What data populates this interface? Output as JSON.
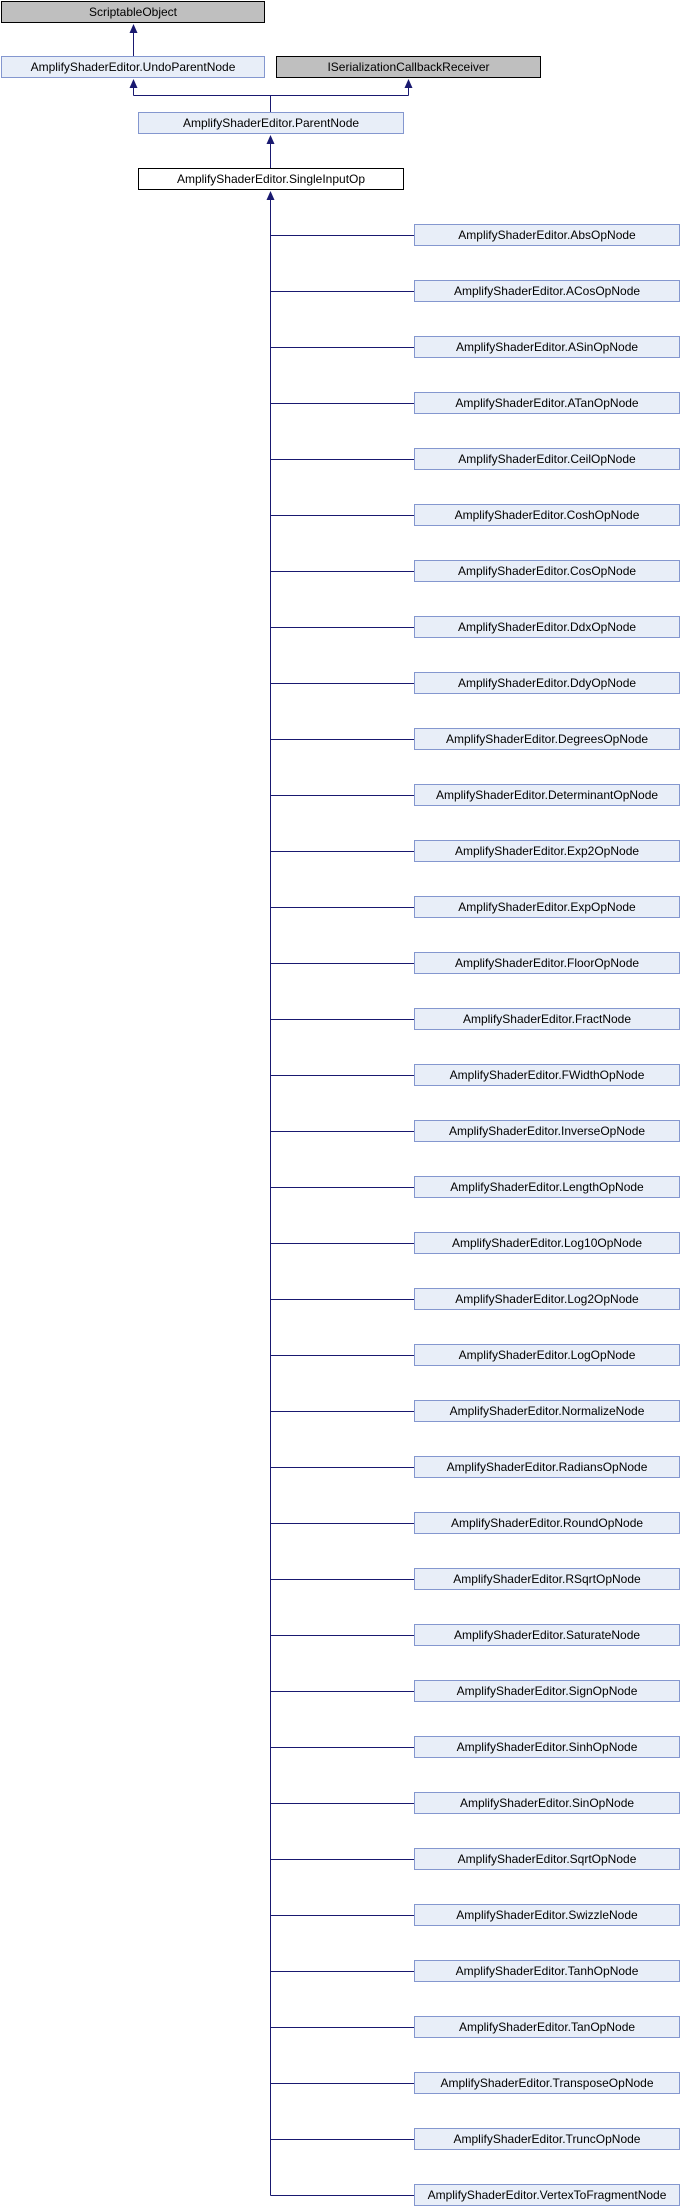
{
  "colors": {
    "edge": "#191970",
    "external_fill": "#bfbfbf",
    "base_fill": "#e8eef8",
    "base_border": "#8497cf"
  },
  "nodes": {
    "scriptable_object": "ScriptableObject",
    "undo_parent_node": "AmplifyShaderEditor.UndoParentNode",
    "iserialization_callback_receiver": "ISerializationCallbackReceiver",
    "parent_node": "AmplifyShaderEditor.ParentNode",
    "single_input_op": "AmplifyShaderEditor.SingleInputOp"
  },
  "derived": [
    "AmplifyShaderEditor.AbsOpNode",
    "AmplifyShaderEditor.ACosOpNode",
    "AmplifyShaderEditor.ASinOpNode",
    "AmplifyShaderEditor.ATanOpNode",
    "AmplifyShaderEditor.CeilOpNode",
    "AmplifyShaderEditor.CoshOpNode",
    "AmplifyShaderEditor.CosOpNode",
    "AmplifyShaderEditor.DdxOpNode",
    "AmplifyShaderEditor.DdyOpNode",
    "AmplifyShaderEditor.DegreesOpNode",
    "AmplifyShaderEditor.DeterminantOpNode",
    "AmplifyShaderEditor.Exp2OpNode",
    "AmplifyShaderEditor.ExpOpNode",
    "AmplifyShaderEditor.FloorOpNode",
    "AmplifyShaderEditor.FractNode",
    "AmplifyShaderEditor.FWidthOpNode",
    "AmplifyShaderEditor.InverseOpNode",
    "AmplifyShaderEditor.LengthOpNode",
    "AmplifyShaderEditor.Log10OpNode",
    "AmplifyShaderEditor.Log2OpNode",
    "AmplifyShaderEditor.LogOpNode",
    "AmplifyShaderEditor.NormalizeNode",
    "AmplifyShaderEditor.RadiansOpNode",
    "AmplifyShaderEditor.RoundOpNode",
    "AmplifyShaderEditor.RSqrtOpNode",
    "AmplifyShaderEditor.SaturateNode",
    "AmplifyShaderEditor.SignOpNode",
    "AmplifyShaderEditor.SinhOpNode",
    "AmplifyShaderEditor.SinOpNode",
    "AmplifyShaderEditor.SqrtOpNode",
    "AmplifyShaderEditor.SwizzleNode",
    "AmplifyShaderEditor.TanhOpNode",
    "AmplifyShaderEditor.TanOpNode",
    "AmplifyShaderEditor.TransposeOpNode",
    "AmplifyShaderEditor.TruncOpNode",
    "AmplifyShaderEditor.VertexToFragmentNode"
  ]
}
